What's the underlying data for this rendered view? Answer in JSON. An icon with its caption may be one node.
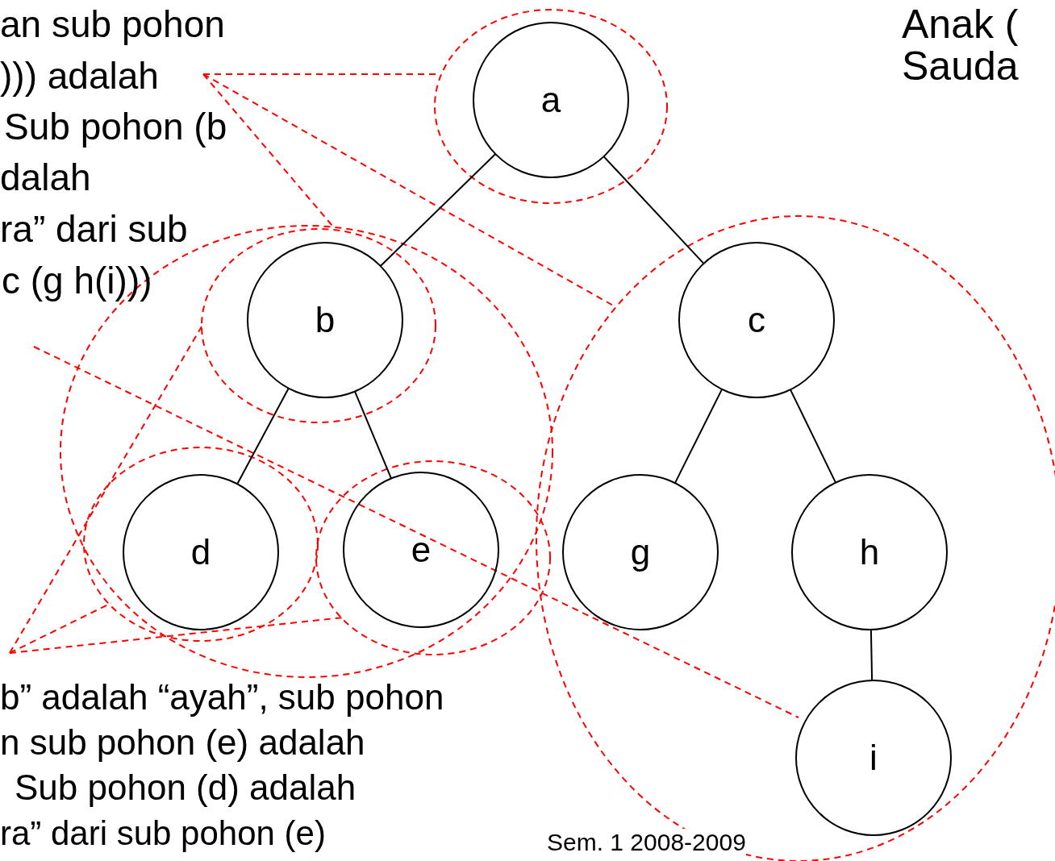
{
  "diagram": {
    "nodes": [
      {
        "text": [
          "a"
        ]
      },
      {
        "text": [
          "b"
        ]
      },
      {
        "text": [
          "c"
        ]
      },
      {
        "text": [
          "d"
        ]
      },
      {
        "text": [
          "e"
        ]
      },
      {
        "text": [
          "g"
        ]
      },
      {
        "text": [
          "h"
        ]
      },
      {
        "text": [
          "i"
        ]
      }
    ],
    "edges": [
      {
        "from": 0,
        "to": 1,
        "arrow": "none"
      },
      {
        "from": 0,
        "to": 2,
        "arrow": "none"
      },
      {
        "from": 1,
        "to": 3,
        "arrow": "none"
      },
      {
        "from": 1,
        "to": 4,
        "arrow": "none"
      },
      {
        "from": 2,
        "to": 5,
        "arrow": "none"
      },
      {
        "from": 2,
        "to": 6,
        "arrow": "none"
      },
      {
        "from": 6,
        "to": 7,
        "arrow": "none"
      }
    ],
    "labels": [
      "an sub pohon",
      "))) adalah",
      "Sub pohon (b",
      "dalah",
      "ra” dari sub",
      "c (g h(i)))",
      "Anak (",
      "Sauda",
      "b” adalah “ayah”, sub pohon",
      "n sub pohon (e) adalah",
      "Sub pohon (d) adalah",
      "ra” dari sub pohon (e)",
      "Sem. 1 2008-2009"
    ]
  }
}
